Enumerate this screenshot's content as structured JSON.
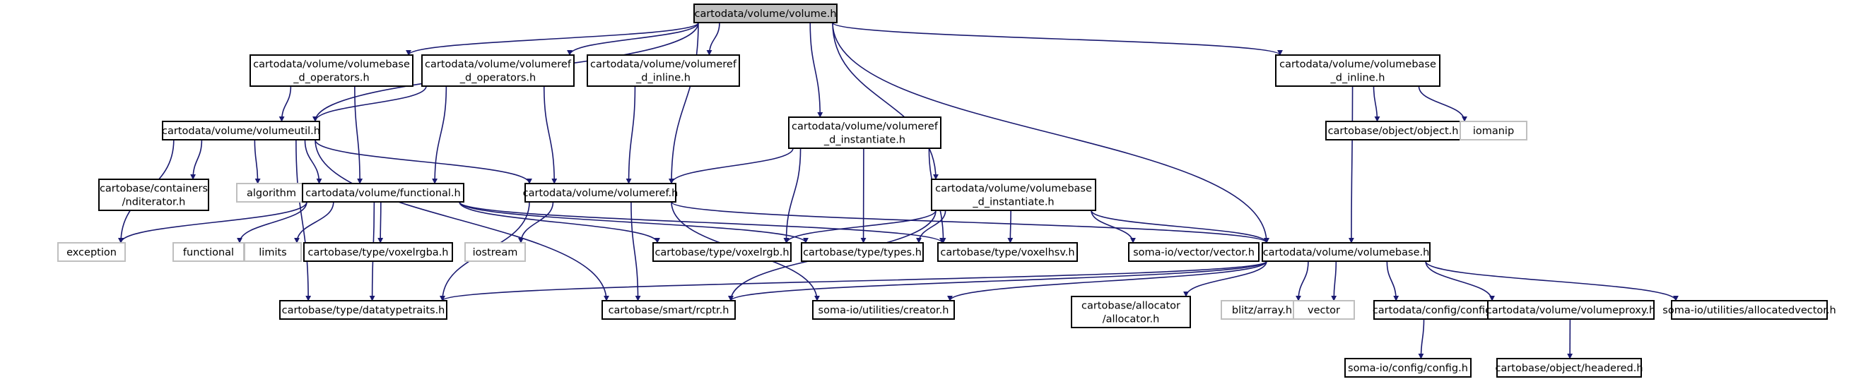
{
  "diagram": {
    "title": "",
    "colors": {
      "edge": "#191970",
      "root_fill": "#bfbfbf",
      "node_border": "#000000",
      "external_border": "#bfbfbf",
      "text": "#000000"
    },
    "nodes": [
      {
        "id": "root",
        "lines": [
          "cartodata/volume/volume.h"
        ],
        "kind": "root"
      },
      {
        "id": "vb_ops",
        "lines": [
          "cartodata/volume/volumebase",
          "_d_operators.h"
        ],
        "kind": "header"
      },
      {
        "id": "vr_ops",
        "lines": [
          "cartodata/volume/volumeref",
          "_d_operators.h"
        ],
        "kind": "header"
      },
      {
        "id": "vr_inline",
        "lines": [
          "cartodata/volume/volumeref",
          "_d_inline.h"
        ],
        "kind": "header"
      },
      {
        "id": "vb_inline",
        "lines": [
          "cartodata/volume/volumebase",
          "_d_inline.h"
        ],
        "kind": "header"
      },
      {
        "id": "volumeutil",
        "lines": [
          "cartodata/volume/volumeutil.h"
        ],
        "kind": "header"
      },
      {
        "id": "vr_inst",
        "lines": [
          "cartodata/volume/volumeref",
          "_d_instantiate.h"
        ],
        "kind": "header"
      },
      {
        "id": "object",
        "lines": [
          "cartobase/object/object.h"
        ],
        "kind": "header"
      },
      {
        "id": "iomanip",
        "lines": [
          "iomanip"
        ],
        "kind": "external"
      },
      {
        "id": "nditer",
        "lines": [
          "cartobase/containers",
          "/nditerator.h"
        ],
        "kind": "header"
      },
      {
        "id": "algorithm",
        "lines": [
          "algorithm"
        ],
        "kind": "external"
      },
      {
        "id": "functional_h",
        "lines": [
          "cartodata/volume/functional.h"
        ],
        "kind": "header"
      },
      {
        "id": "volumeref",
        "lines": [
          "cartodata/volume/volumeref.h"
        ],
        "kind": "header"
      },
      {
        "id": "vb_inst",
        "lines": [
          "cartodata/volume/volumebase",
          "_d_instantiate.h"
        ],
        "kind": "header"
      },
      {
        "id": "exception",
        "lines": [
          "exception"
        ],
        "kind": "external"
      },
      {
        "id": "functional",
        "lines": [
          "functional"
        ],
        "kind": "external"
      },
      {
        "id": "limits",
        "lines": [
          "limits"
        ],
        "kind": "external"
      },
      {
        "id": "voxelrgba",
        "lines": [
          "cartobase/type/voxelrgba.h"
        ],
        "kind": "header"
      },
      {
        "id": "iostream",
        "lines": [
          "iostream"
        ],
        "kind": "external"
      },
      {
        "id": "voxelrgb",
        "lines": [
          "cartobase/type/voxelrgb.h"
        ],
        "kind": "header"
      },
      {
        "id": "types",
        "lines": [
          "cartobase/type/types.h"
        ],
        "kind": "header"
      },
      {
        "id": "voxelhsv",
        "lines": [
          "cartobase/type/voxelhsv.h"
        ],
        "kind": "header"
      },
      {
        "id": "vector_h",
        "lines": [
          "soma-io/vector/vector.h"
        ],
        "kind": "header"
      },
      {
        "id": "volumebase",
        "lines": [
          "cartodata/volume/volumebase.h"
        ],
        "kind": "header"
      },
      {
        "id": "datatypetraits",
        "lines": [
          "cartobase/type/datatypetraits.h"
        ],
        "kind": "header"
      },
      {
        "id": "rcptr",
        "lines": [
          "cartobase/smart/rcptr.h"
        ],
        "kind": "header"
      },
      {
        "id": "creator",
        "lines": [
          "soma-io/utilities/creator.h"
        ],
        "kind": "header"
      },
      {
        "id": "allocator",
        "lines": [
          "cartobase/allocator",
          "/allocator.h"
        ],
        "kind": "header"
      },
      {
        "id": "blitz",
        "lines": [
          "blitz/array.h"
        ],
        "kind": "external"
      },
      {
        "id": "vector",
        "lines": [
          "vector"
        ],
        "kind": "external"
      },
      {
        "id": "config",
        "lines": [
          "cartodata/config/config.h"
        ],
        "kind": "header"
      },
      {
        "id": "proxy",
        "lines": [
          "cartodata/volume/volumeproxy.h"
        ],
        "kind": "header"
      },
      {
        "id": "allocvec",
        "lines": [
          "soma-io/utilities/allocatedvector.h"
        ],
        "kind": "header"
      },
      {
        "id": "somaconfig",
        "lines": [
          "soma-io/config/config.h"
        ],
        "kind": "header"
      },
      {
        "id": "headered",
        "lines": [
          "cartobase/object/headered.h"
        ],
        "kind": "header"
      }
    ],
    "edges": [
      [
        "root",
        "vb_ops"
      ],
      [
        "root",
        "vr_ops"
      ],
      [
        "root",
        "vr_inline"
      ],
      [
        "root",
        "vb_inline"
      ],
      [
        "root",
        "volumeutil"
      ],
      [
        "root",
        "vr_inst"
      ],
      [
        "root",
        "volumeref"
      ],
      [
        "root",
        "vb_inst"
      ],
      [
        "root",
        "volumebase"
      ],
      [
        "vb_ops",
        "volumeutil"
      ],
      [
        "vb_ops",
        "functional_h"
      ],
      [
        "vr_ops",
        "volumeutil"
      ],
      [
        "vr_ops",
        "functional_h"
      ],
      [
        "vr_ops",
        "volumeref"
      ],
      [
        "vr_inline",
        "volumeref"
      ],
      [
        "vb_inline",
        "object"
      ],
      [
        "vb_inline",
        "iomanip"
      ],
      [
        "vb_inline",
        "volumebase"
      ],
      [
        "volumeutil",
        "nditer"
      ],
      [
        "volumeutil",
        "algorithm"
      ],
      [
        "volumeutil",
        "functional_h"
      ],
      [
        "volumeutil",
        "volumeref"
      ],
      [
        "volumeutil",
        "exception"
      ],
      [
        "volumeutil",
        "datatypetraits"
      ],
      [
        "volumeutil",
        "rcptr"
      ],
      [
        "vr_inst",
        "volumeref"
      ],
      [
        "vr_inst",
        "voxelrgb"
      ],
      [
        "vr_inst",
        "types"
      ],
      [
        "vr_inst",
        "voxelhsv"
      ],
      [
        "functional_h",
        "exception"
      ],
      [
        "functional_h",
        "functional"
      ],
      [
        "functional_h",
        "limits"
      ],
      [
        "functional_h",
        "voxelrgba"
      ],
      [
        "functional_h",
        "voxelrgb"
      ],
      [
        "functional_h",
        "types"
      ],
      [
        "functional_h",
        "voxelhsv"
      ],
      [
        "functional_h",
        "datatypetraits"
      ],
      [
        "volumeref",
        "iostream"
      ],
      [
        "volumeref",
        "datatypetraits"
      ],
      [
        "volumeref",
        "rcptr"
      ],
      [
        "volumeref",
        "creator"
      ],
      [
        "volumeref",
        "volumebase"
      ],
      [
        "vb_inst",
        "voxelrgb"
      ],
      [
        "vb_inst",
        "types"
      ],
      [
        "vb_inst",
        "voxelhsv"
      ],
      [
        "vb_inst",
        "vector_h"
      ],
      [
        "vb_inst",
        "volumebase"
      ],
      [
        "vb_inst",
        "rcptr"
      ],
      [
        "volumebase",
        "datatypetraits"
      ],
      [
        "volumebase",
        "rcptr"
      ],
      [
        "volumebase",
        "creator"
      ],
      [
        "volumebase",
        "allocator"
      ],
      [
        "volumebase",
        "blitz"
      ],
      [
        "volumebase",
        "vector"
      ],
      [
        "volumebase",
        "config"
      ],
      [
        "volumebase",
        "proxy"
      ],
      [
        "volumebase",
        "allocvec"
      ],
      [
        "config",
        "somaconfig"
      ],
      [
        "proxy",
        "headered"
      ]
    ]
  }
}
